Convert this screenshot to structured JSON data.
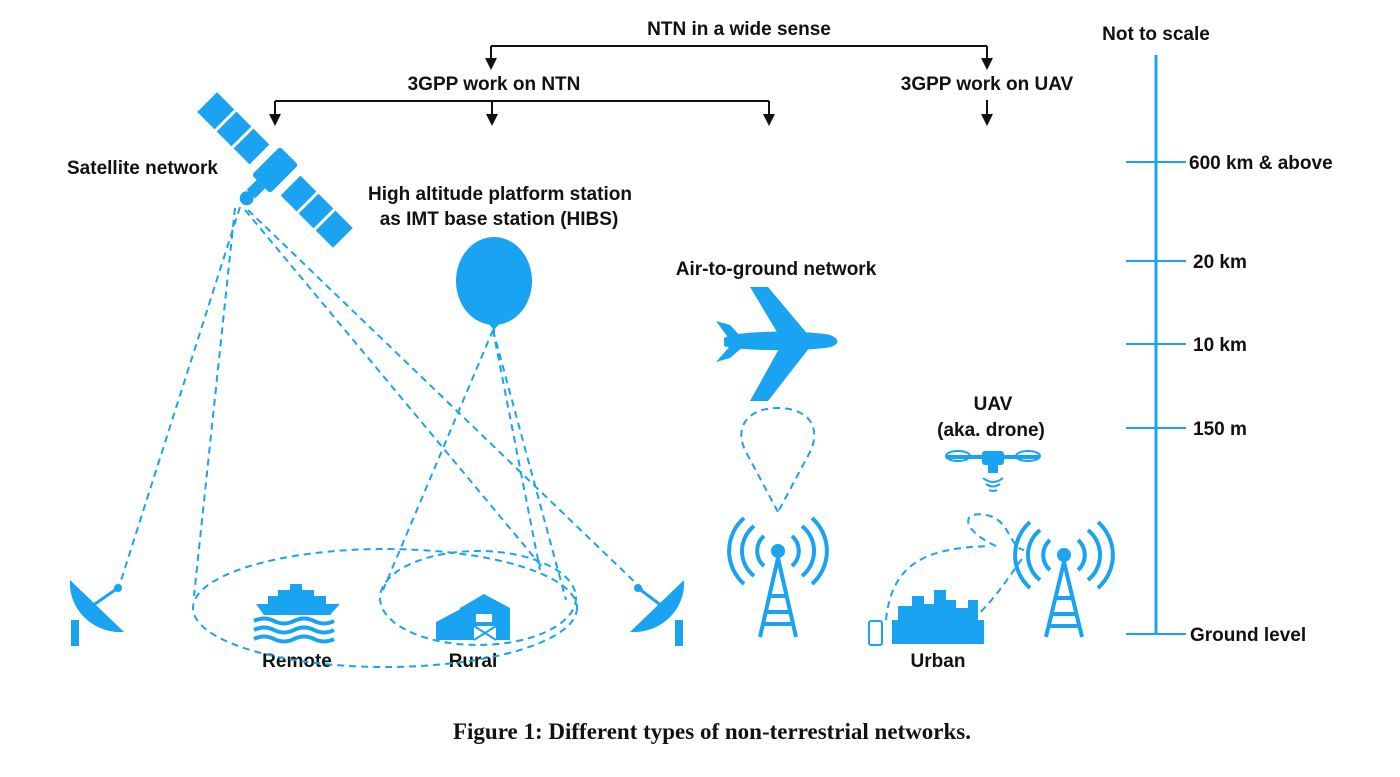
{
  "colors": {
    "accent": "#1aa3f0",
    "ink": "#111111",
    "background": "#ffffff"
  },
  "hierarchy": {
    "top": "NTN in a wide sense",
    "ntn": "3GPP work on NTN",
    "uav": "3GPP work on UAV"
  },
  "scale": {
    "title": "Not to scale",
    "ticks": [
      "600 km & above",
      "20 km",
      "10 km",
      "150 m",
      "Ground level"
    ]
  },
  "labels": {
    "satellite": "Satellite network",
    "hibs_line1": "High altitude platform station",
    "hibs_line2": "as IMT base station (HIBS)",
    "air_to_ground": "Air-to-ground network",
    "uav_line1": "UAV",
    "uav_line2": "(aka. drone)",
    "remote": "Remote",
    "rural": "Rural",
    "urban": "Urban"
  },
  "icons": [
    "satellite-icon",
    "balloon-icon",
    "airplane-icon",
    "drone-icon",
    "dish-antenna-icon",
    "cell-tower-icon",
    "ship-icon",
    "barn-icon",
    "city-skyline-icon",
    "smartphone-icon"
  ],
  "caption": "Figure 1: Different types of non-terrestrial networks."
}
